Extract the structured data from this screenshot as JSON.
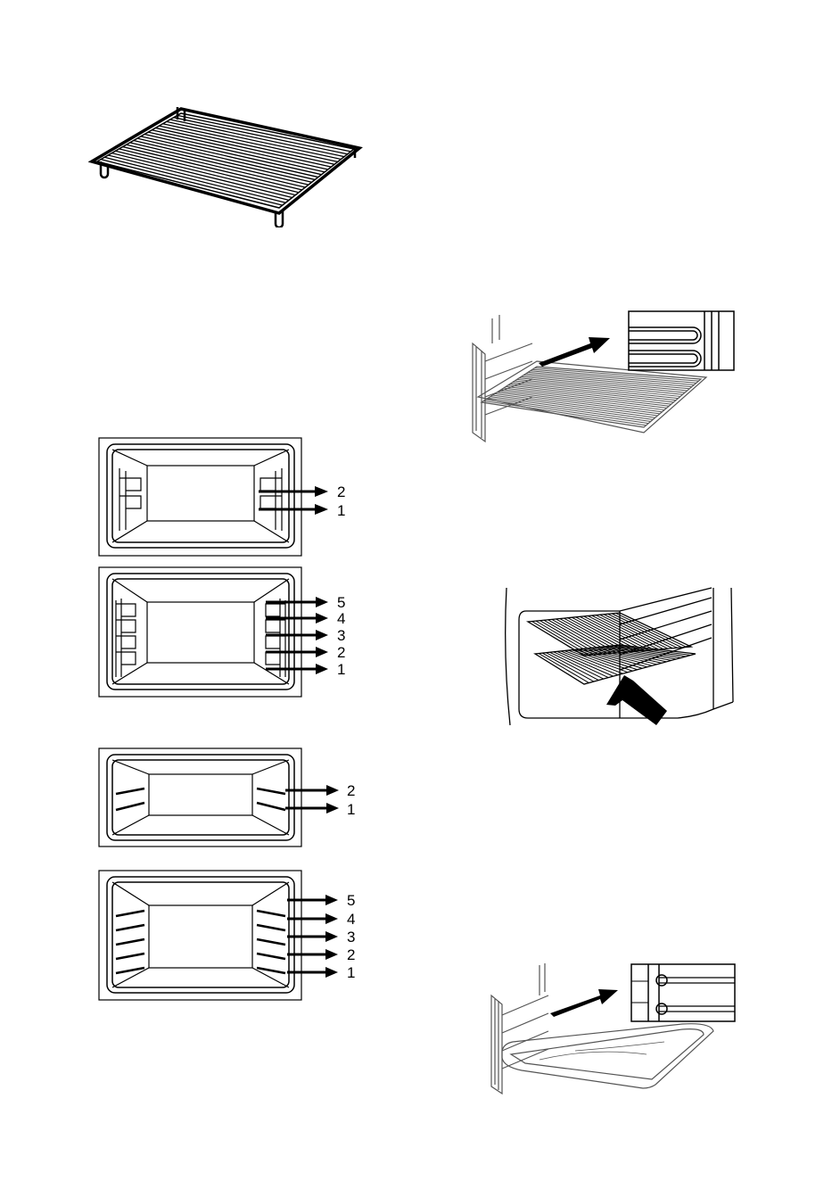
{
  "figures": {
    "oven_2_levels_rails": {
      "labels": [
        "2",
        "1"
      ]
    },
    "oven_5_levels_rails": {
      "labels": [
        "5",
        "4",
        "3",
        "2",
        "1"
      ]
    },
    "oven_2_levels_wires": {
      "labels": [
        "2",
        "1"
      ]
    },
    "oven_5_levels_wires": {
      "labels": [
        "5",
        "4",
        "3",
        "2",
        "1"
      ]
    }
  },
  "icons": [
    "wire-shelf-icon",
    "shelf-insertion-icon",
    "shelf-push-in-icon",
    "baking-tray-insertion-icon"
  ]
}
